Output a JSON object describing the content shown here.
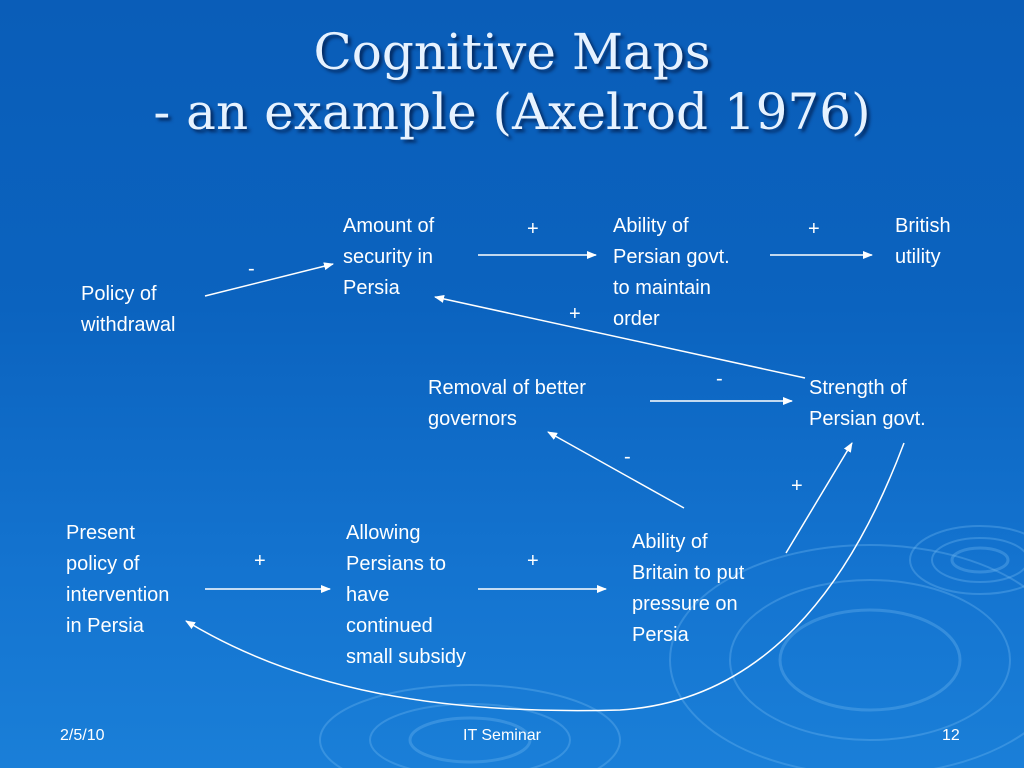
{
  "title": {
    "line1": "Cognitive Maps",
    "line2": "- an example (Axelrod 1976)"
  },
  "nodes": {
    "policy_withdrawal": [
      "Policy of",
      "withdrawal"
    ],
    "amount_security": [
      "Amount of",
      "security in",
      "Persia"
    ],
    "ability_persian_govt": [
      "Ability of",
      "Persian govt.",
      "to maintain",
      "order"
    ],
    "british_utility": [
      "British",
      "utility"
    ],
    "removal_governors": [
      "Removal of better",
      "governors"
    ],
    "strength_persian_govt": [
      "Strength of",
      "Persian govt."
    ],
    "present_policy": [
      "Present",
      "policy of",
      "intervention",
      "in Persia"
    ],
    "allowing_persians": [
      "Allowing",
      "Persians to",
      "have",
      "continued",
      "small subsidy"
    ],
    "ability_britain": [
      "Ability of",
      "Britain to put",
      "pressure on",
      "Persia"
    ]
  },
  "signs": {
    "withdrawal_to_security": "-",
    "security_to_ability": "+",
    "ability_to_utility": "+",
    "strength_to_security": "+",
    "removal_to_strength": "-",
    "britain_to_removal": "-",
    "britain_to_strength": "+",
    "policy_to_allowing": "+",
    "allowing_to_britain": "+"
  },
  "footer": {
    "date": "2/5/10",
    "center": "IT Seminar",
    "page": "12"
  }
}
